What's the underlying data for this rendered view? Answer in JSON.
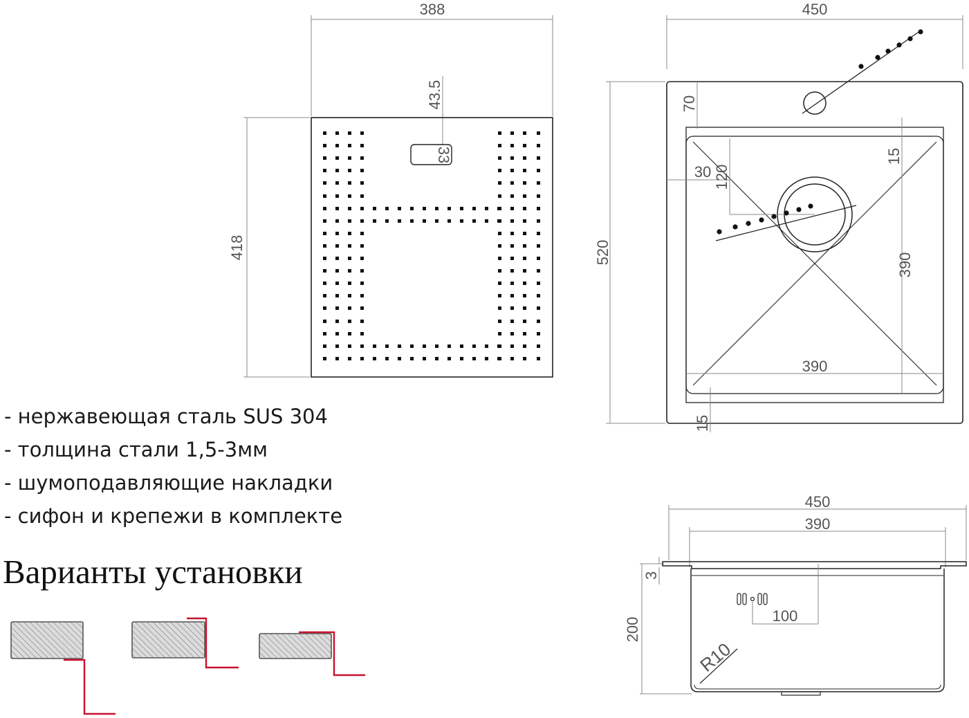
{
  "grid_drawing": {
    "width_label": "388",
    "height_label": "418",
    "handle_offset_label": "43.5",
    "handle_height_label": "33"
  },
  "top_view": {
    "width_label": "450",
    "height_label": "520",
    "tap_offset_label": "70",
    "flange_left_label": "30",
    "drain_offset_label": "120",
    "flange_top_label": "15",
    "bowl_height_label": "390",
    "bowl_width_label": "390",
    "flange_bottom_label": "15"
  },
  "section_view": {
    "outer_width_label": "450",
    "bowl_width_label": "390",
    "rim_thickness_label": "3",
    "depth_label": "200",
    "overflow_offset_label": "100",
    "corner_radius_label": "R10"
  },
  "specs": [
    "- нержавеющая сталь SUS 304",
    "- толщина стали 1,5-3мм",
    "- шумоподавляющие накладки",
    "- сифон и крепежи в комплекте"
  ],
  "installation": {
    "title": "Варианты установки",
    "variants": [
      "undermount",
      "flush",
      "top-mount"
    ],
    "line_color": "#c8102e",
    "hatch_color": "#777777"
  }
}
